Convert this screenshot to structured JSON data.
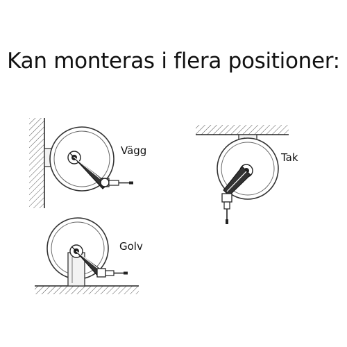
{
  "title": "Kan monteras i flera positioner:",
  "positions": [
    {
      "label": "Vägg"
    },
    {
      "label": "Tak"
    },
    {
      "label": "Golv"
    }
  ]
}
